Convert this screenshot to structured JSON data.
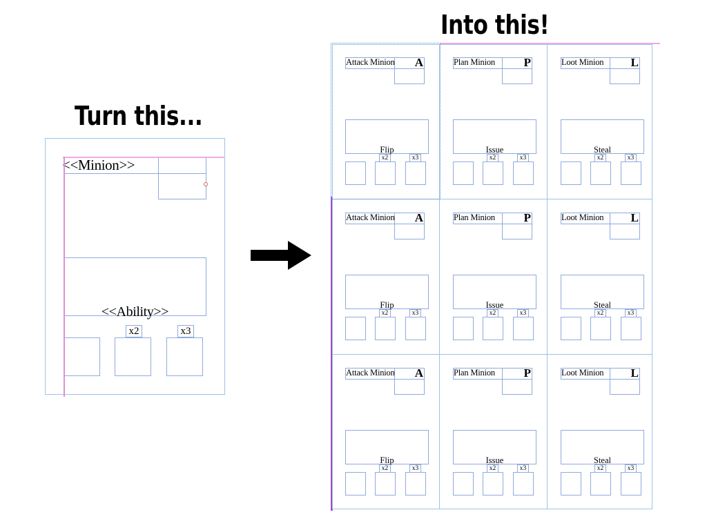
{
  "headings": {
    "left": "Turn this...",
    "right": "Into this!"
  },
  "arrow": {
    "icon": "arrow-right-icon"
  },
  "template_card": {
    "name_placeholder": "<<Minion>>",
    "ability_placeholder": "<<Ability>>",
    "multiplier_tags": [
      "x2",
      "x3"
    ],
    "slot_count": 3,
    "guides": {
      "horizontal_color": "#f2a7ea",
      "vertical_color": "#e08fd8",
      "handle_color": "#d4604f"
    },
    "border_color": "#9dc3e6"
  },
  "sheet": {
    "rows": 3,
    "columns": 3,
    "selected_card_index": 0,
    "selection_border_color": "#4f86d6",
    "bleed_top_color": "#f2a7ea",
    "bleed_left_color": "#9b4fc8",
    "rule_color": "#9dc3e6",
    "card_border_color": "#8faadc",
    "card_types": [
      {
        "name": "Attack Minion",
        "letter": "A",
        "ability": "Flip",
        "tags": [
          "x2",
          "x3"
        ]
      },
      {
        "name": "Plan Minion",
        "letter": "P",
        "ability": "Issue",
        "tags": [
          "x2",
          "x3"
        ]
      },
      {
        "name": "Loot Minion",
        "letter": "L",
        "ability": "Steal",
        "tags": [
          "x2",
          "x3"
        ]
      }
    ],
    "cards": [
      {
        "type": 0
      },
      {
        "type": 1
      },
      {
        "type": 2
      },
      {
        "type": 0
      },
      {
        "type": 1
      },
      {
        "type": 2
      },
      {
        "type": 0
      },
      {
        "type": 1
      },
      {
        "type": 2
      }
    ]
  }
}
